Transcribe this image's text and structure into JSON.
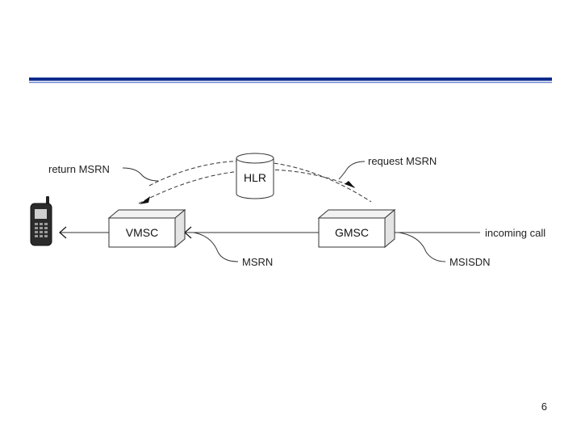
{
  "nodes": {
    "hlr": "HLR",
    "vmsc": "VMSC",
    "gmsc": "GMSC"
  },
  "labels": {
    "return_msrn": "return MSRN",
    "request_msrn": "request MSRN",
    "incoming_call": "incoming call",
    "msrn": "MSRN",
    "msisdn": "MSISDN"
  },
  "icons": {
    "phone": "mobile-phone-icon"
  },
  "colors": {
    "header_rule": "#0c2a8c"
  },
  "page_number": "6"
}
